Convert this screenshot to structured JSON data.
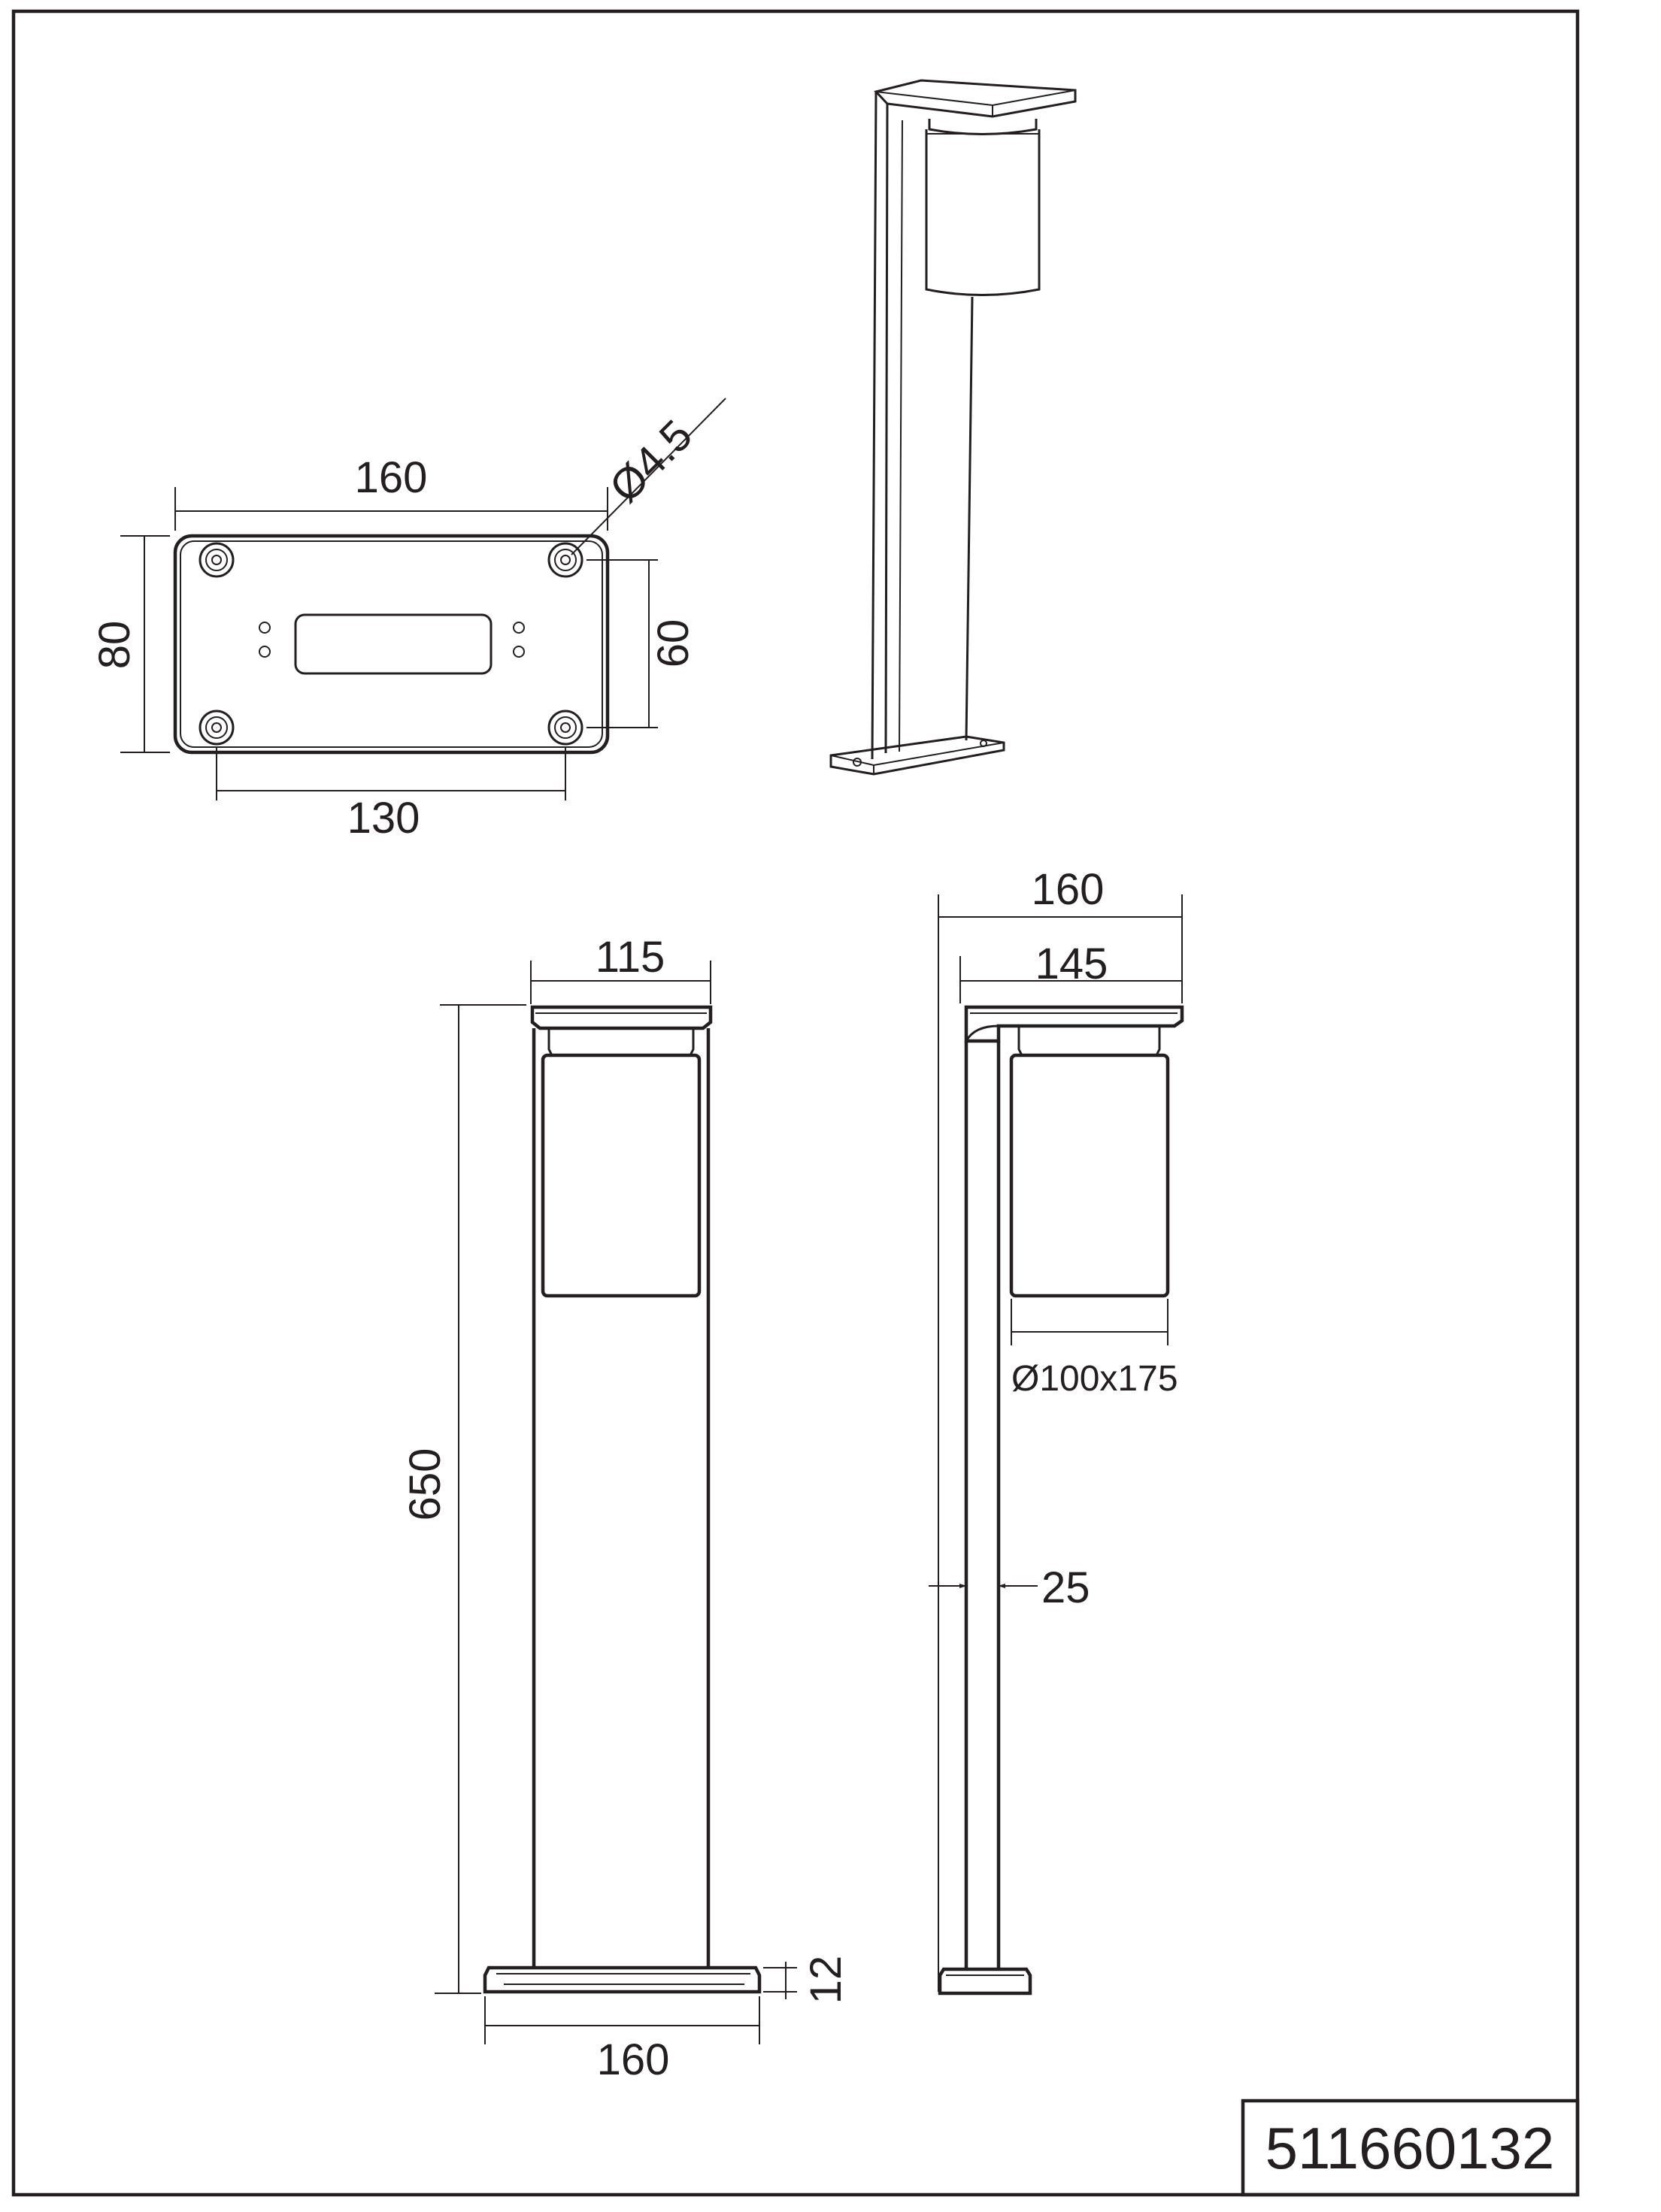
{
  "drawing": {
    "part_number": "511660132",
    "base_plate_view": {
      "width_label": "160",
      "height_label": "80",
      "hole_spacing_vertical_label": "60",
      "hole_spacing_horizontal_label": "130",
      "hole_diameter_label": "Ø4.5"
    },
    "front_view": {
      "head_width_label": "115",
      "height_label": "650",
      "base_thickness_label": "12",
      "base_width_label": "160"
    },
    "side_view": {
      "overall_width_label": "160",
      "arm_width_label": "145",
      "shade_label": "Ø100x175",
      "post_width_label": "25"
    }
  }
}
